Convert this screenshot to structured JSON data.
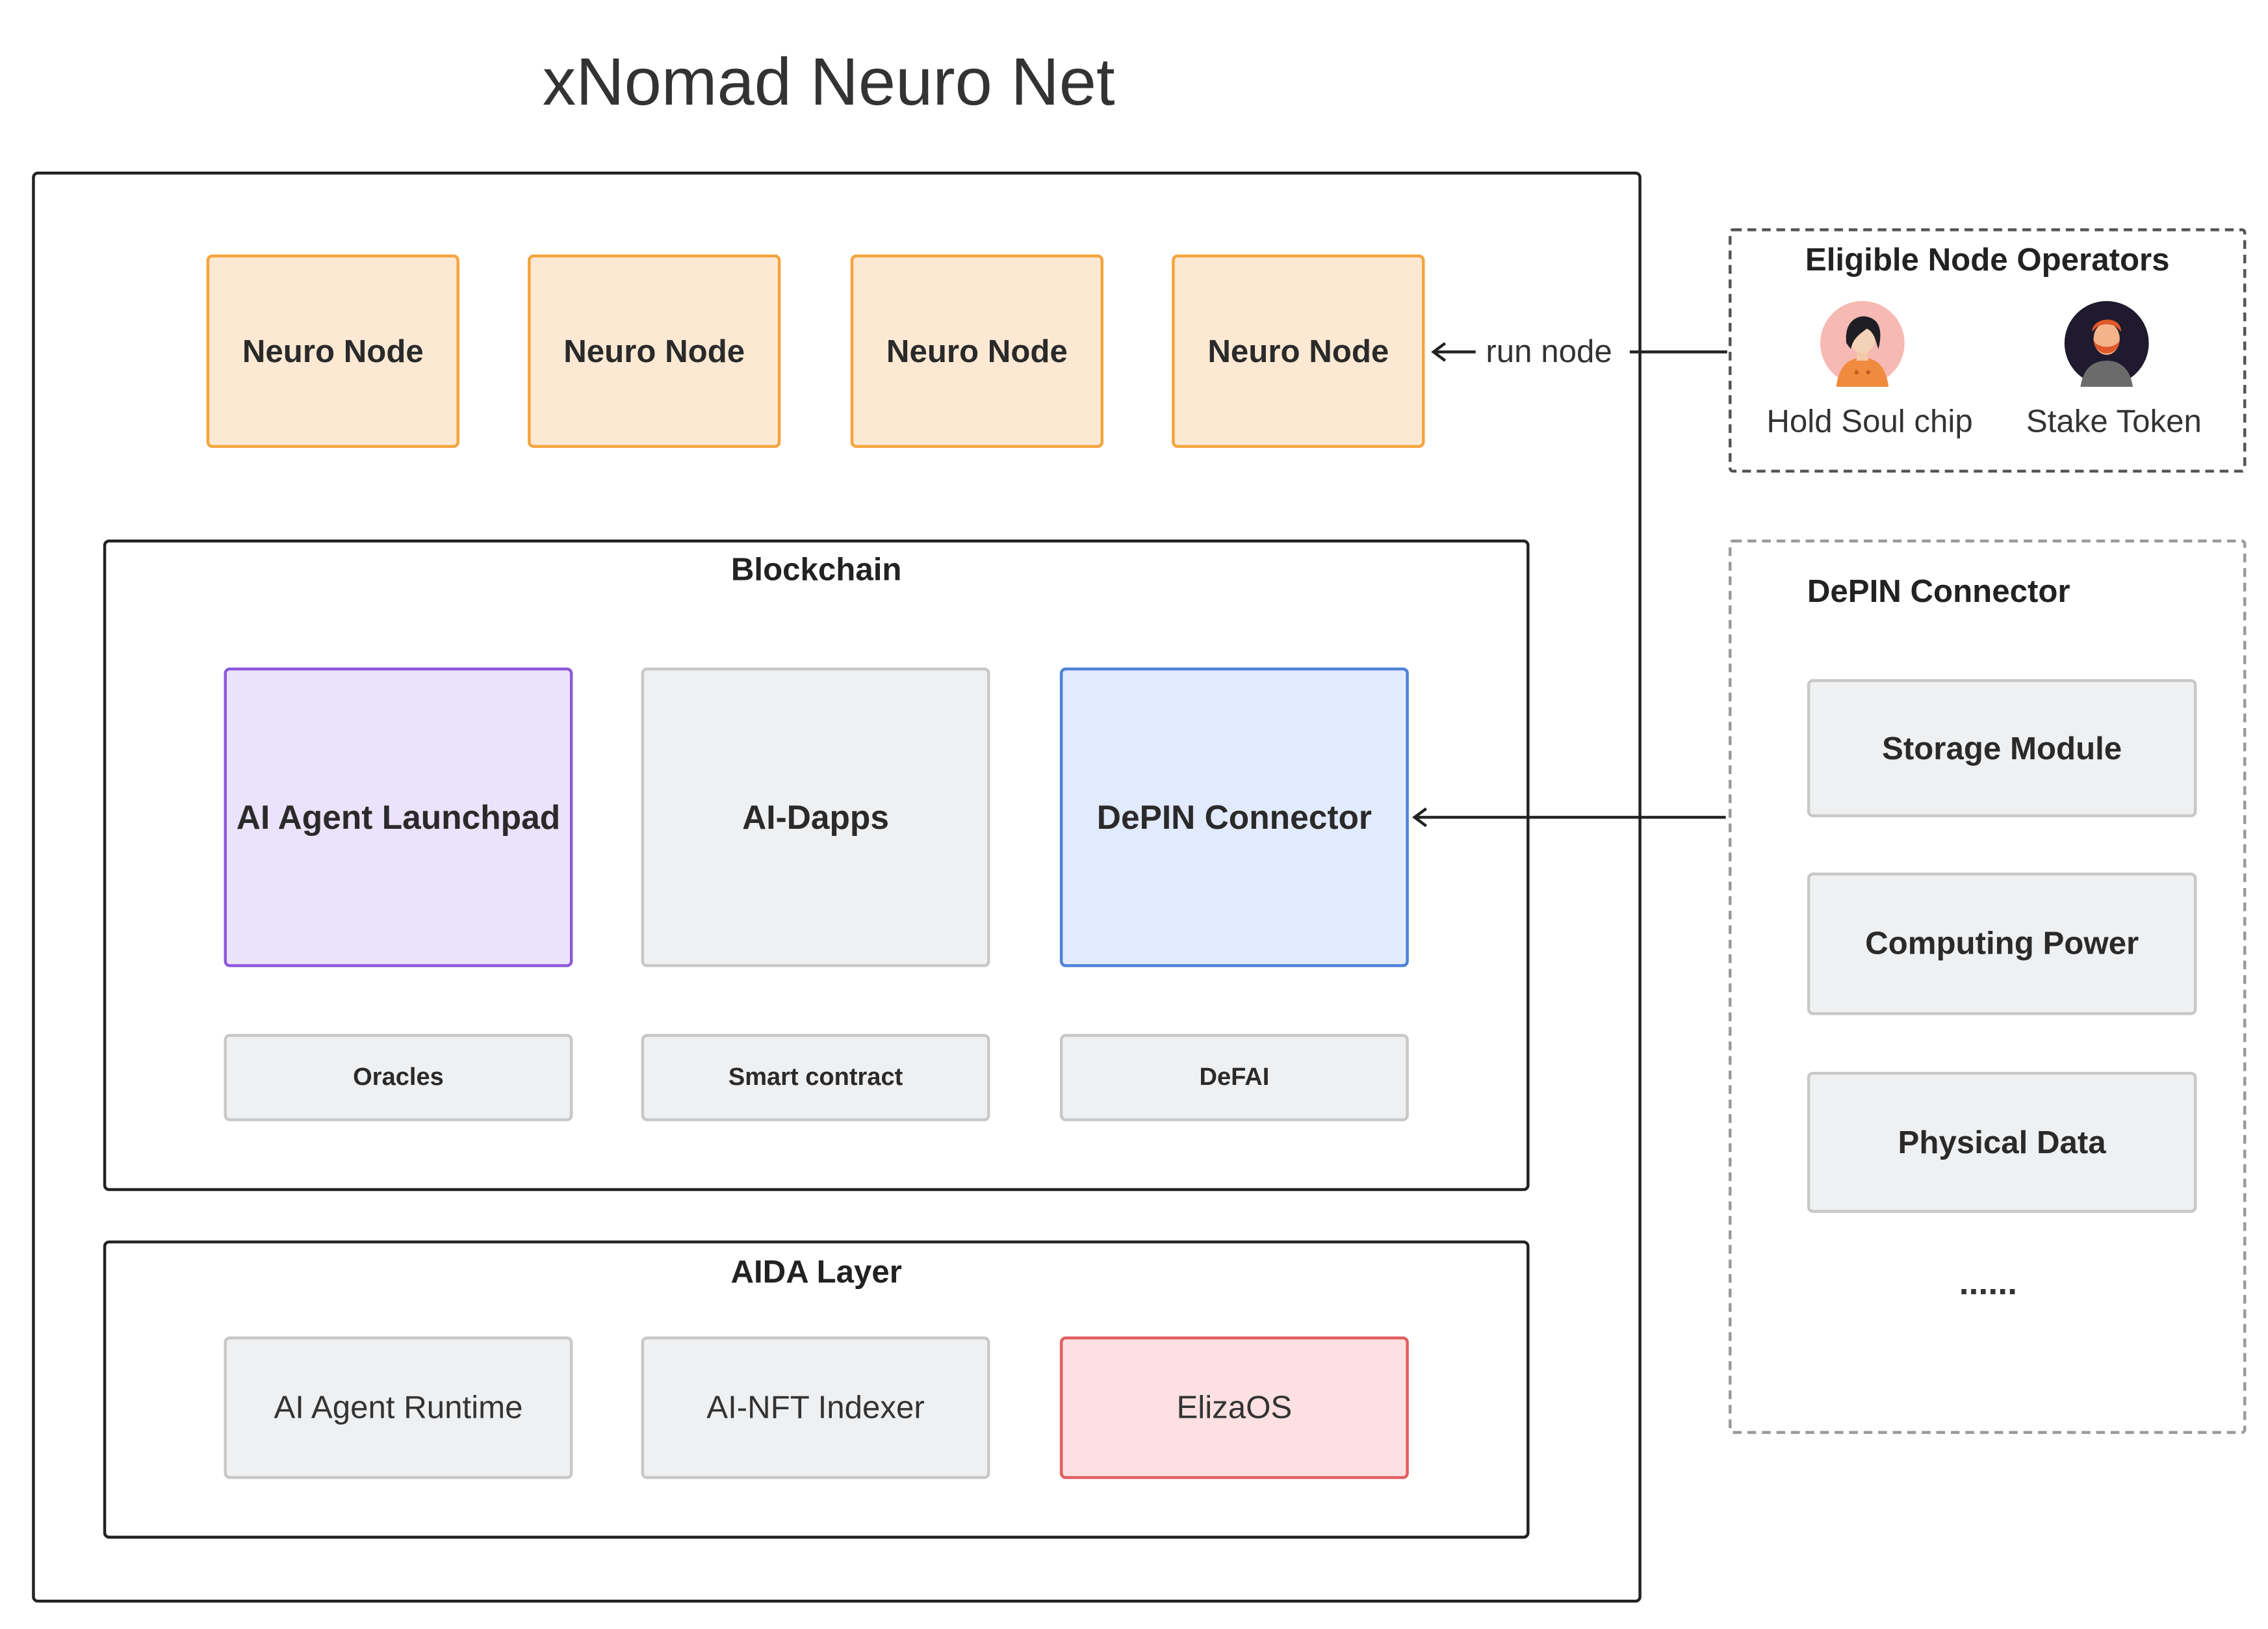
{
  "title": "xNomad Neuro Net",
  "neuro_nodes": [
    "Neuro Node",
    "Neuro Node",
    "Neuro Node",
    "Neuro Node"
  ],
  "run_node_label": "run node",
  "blockchain": {
    "label": "Blockchain",
    "modules": [
      "AI Agent Launchpad",
      "AI-Dapps",
      "DePIN Connector"
    ],
    "services": [
      "Oracles",
      "Smart contract",
      "DeFAI"
    ]
  },
  "aida": {
    "label": "AIDA Layer",
    "items": [
      "AI Agent Runtime",
      "AI-NFT Indexer",
      "ElizaOS"
    ]
  },
  "operators": {
    "title": "Eligible Node Operators",
    "items": [
      {
        "label": "Hold Soul chip",
        "icon": "person-avatar-icon"
      },
      {
        "label": "Stake Token",
        "icon": "bearded-person-avatar-icon"
      }
    ]
  },
  "depin": {
    "title": "DePIN Connector",
    "items": [
      "Storage Module",
      "Computing Power",
      "Physical Data"
    ],
    "ellipsis": "......"
  },
  "colors": {
    "node_fill": "#fde9d3",
    "node_border": "#f5a43e",
    "launchpad_fill": "#ebe2fb",
    "launchpad_border": "#8c5ad8",
    "depin_fill": "#e2eafd",
    "depin_border": "#4d82d6",
    "eliza_fill": "#fde0e1",
    "eliza_border": "#e15f5f",
    "gray_fill": "#eff0f2"
  }
}
